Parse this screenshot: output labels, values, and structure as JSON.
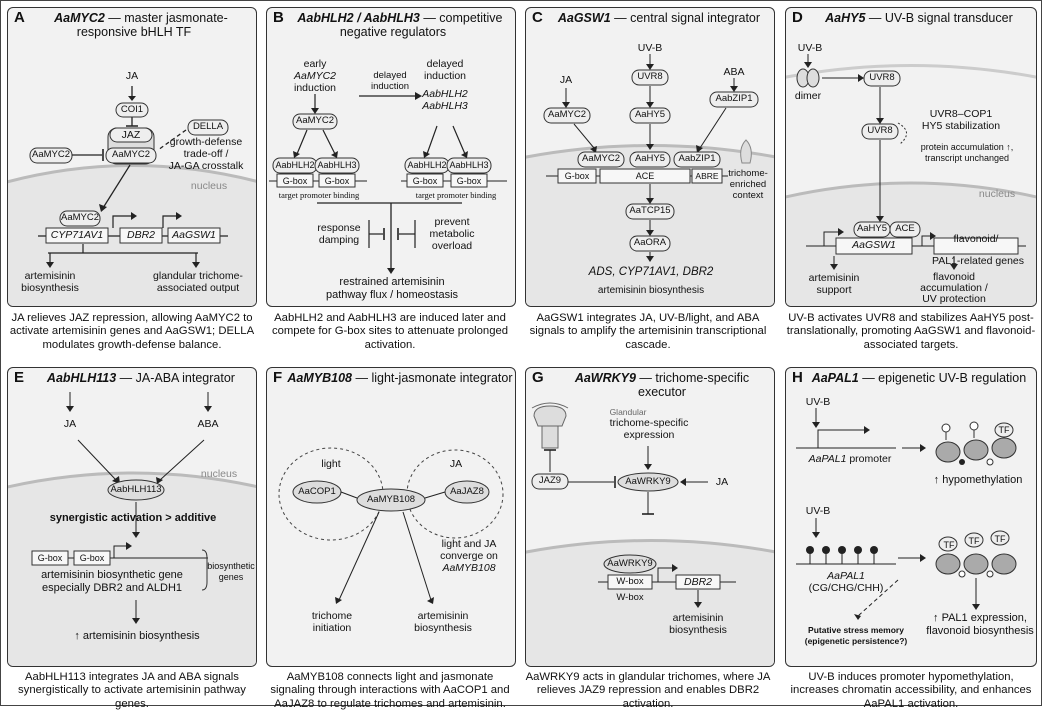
{
  "panels": [
    {
      "letter": "A",
      "gene": "AaMYC2",
      "desc": " — master jasmonate-responsive bHLH TF",
      "nodes": {
        "ja": "JA",
        "coi1": "COI1",
        "jaz": "JAZ",
        "aamyc2_main": "AaMYC2",
        "aamyc2_left": "AaMYC2",
        "della": "DELLA",
        "growth": "growth-defense",
        "tradeoff": "trade-off /",
        "crosstalk": "JA-GA crosstalk",
        "nucleus": "nucleus",
        "aamyc2_dna": "AaMYC2",
        "cyp": "CYP71AV1",
        "dbr2": "DBR2",
        "gsw1": "AaGSW1",
        "out1a": "artemisinin",
        "out1b": "biosynthesis",
        "out2a": "glandular trichome-",
        "out2b": "associated output"
      },
      "caption": "JA relieves JAZ repression, allowing AaMYC2 to activate artemisinin genes and AaGSW1; DELLA modulates growth-defense balance."
    },
    {
      "letter": "B",
      "gene": "AabHLH2 / AabHLH3",
      "desc": " — competitive negative regulators",
      "nodes": {
        "early1": "early",
        "early2": "AaMYC2",
        "early3": "induction",
        "delayed_arrow1": "delayed",
        "delayed_arrow2": "induction",
        "delayed1": "delayed",
        "delayed2": "induction",
        "delayed3": "AabHLH2",
        "delayed4": "AabHLH3",
        "myc2": "AaMYC2",
        "h2a": "AabHLH2",
        "h3a": "AabHLH3",
        "h2b": "AabHLH2",
        "h3b": "AabHLH3",
        "gbox": "G-box",
        "tpb": "target promoter binding",
        "resp1": "response",
        "resp2": "damping",
        "prev1": "prevent",
        "prev2": "metabolic",
        "prev3": "overload",
        "out1": "restrained artemisinin",
        "out2": "pathway flux / homeostasis"
      },
      "caption": "AabHLH2 and AabHLH3 are induced later and compete for G-box sites to attenuate prolonged activation."
    },
    {
      "letter": "C",
      "gene": "AaGSW1",
      "desc": " — central signal integrator",
      "nodes": {
        "uvb": "UV-B",
        "ja": "JA",
        "aba": "ABA",
        "uvr8": "UVR8",
        "aamyc2": "AaMYC2",
        "aahy5": "AaHY5",
        "aabzip1": "AabZIP1",
        "gbox": "G-box",
        "ace": "ACE",
        "abre": "ABRE",
        "tcp": "AaTCP15",
        "ora": "AaORA",
        "tri1": "trichome-",
        "tri2": "enriched",
        "tri3": "context",
        "genes": "ADS, CYP71AV1, DBR2",
        "bio": "artemisinin biosynthesis"
      },
      "caption": "AaGSW1 integrates JA, UV-B/light, and ABA signals to amplify the artemisinin transcriptional cascade."
    },
    {
      "letter": "D",
      "gene": "AaHY5",
      "desc": " — UV-B signal transducer",
      "nodes": {
        "uvb": "UV-B",
        "dimer": "dimer",
        "uvr8a": "UVR8",
        "uvr8b": "UVR8",
        "cop1": "UVR8–COP1",
        "hy5stab": "HY5 stabilization",
        "prot1": "protein accumulation ↑,",
        "prot2": "transcript unchanged",
        "nucleus": "nucleus",
        "aahy5": "AaHY5",
        "ace": "ACE",
        "gsw1": "AaGSW1",
        "flav1": "flavonoid/",
        "flav2": "PAL1-related genes",
        "art1": "artemisinin",
        "art2": "support",
        "fl1": "flavonoid",
        "fl2": "accumulation /",
        "fl3": "UV protection"
      },
      "caption": "UV-B activates UVR8 and stabilizes AaHY5 post-translationally, promoting AaGSW1 and flavonoid-associated targets."
    },
    {
      "letter": "E",
      "gene": "AabHLH113",
      "desc": " — JA-ABA integrator",
      "nodes": {
        "ja": "JA",
        "aba": "ABA",
        "nucleus": "nucleus",
        "hlh": "AabHLH113",
        "syn": "synergistic activation > additive",
        "gbox1": "G-box",
        "gbox2": "G-box",
        "bio1": "biosynthetic",
        "bio2": "genes",
        "gene1": "artemisinin biosynthetic gene",
        "gene2": "especially DBR2 and ALDH1",
        "out": "↑ artemisinin biosynthesis"
      },
      "caption": "AabHLH113 integrates JA and ABA signals synergistically to activate artemisinin pathway genes."
    },
    {
      "letter": "F",
      "gene": "AaMYB108",
      "desc": " — light-jasmonate integrator",
      "nodes": {
        "light": "light",
        "ja": "JA",
        "cop1": "AaCOP1",
        "jaz8": "AaJAZ8",
        "myb": "AaMYB108",
        "conv1": "light and JA",
        "conv2": "converge on",
        "conv3": "AaMYB108",
        "tri1": "trichome",
        "tri2": "initiation",
        "art1": "artemisinin",
        "art2": "biosynthesis"
      },
      "caption": "AaMYB108 connects light and jasmonate signaling through interactions with AaCOP1 and AaJAZ8 to regulate trichomes and artemisinin."
    },
    {
      "letter": "G",
      "gene": "AaWRKY9",
      "desc": " — trichome-specific executor",
      "nodes": {
        "gland": "Glandular",
        "tse1": "trichome-specific",
        "tse2": "expression",
        "jaz9": "JAZ9",
        "wrky": "AaWRKY9",
        "ja": "JA",
        "wrky2": "AaWRKY9",
        "wbox": "W-box",
        "wbox2": "W-box",
        "dbr2": "DBR2",
        "art1": "artemisinin",
        "art2": "biosynthesis"
      },
      "caption": "AaWRKY9 acts in glandular trichomes, where JA relieves JAZ9 repression and enables DBR2 activation."
    },
    {
      "letter": "H",
      "gene": "AaPAL1",
      "desc": " — epigenetic UV-B regulation",
      "nodes": {
        "uvb1": "UV-B",
        "uvb2": "UV-B",
        "prom": "AaPAL1 promoter",
        "tf": "TF",
        "hypo": "↑ hypomethylation",
        "pal1": "AaPAL1",
        "cg": "(CG/CHG/CHH)",
        "mem1": "Putative stress memory",
        "mem2": "(epigenetic persistence?)",
        "out1": "↑ PAL1 expression,",
        "out2": "flavonoid biosynthesis"
      },
      "caption": "UV-B induces promoter hypomethylation, increases chromatin accessibility, and enhances AaPAL1 activation."
    }
  ]
}
